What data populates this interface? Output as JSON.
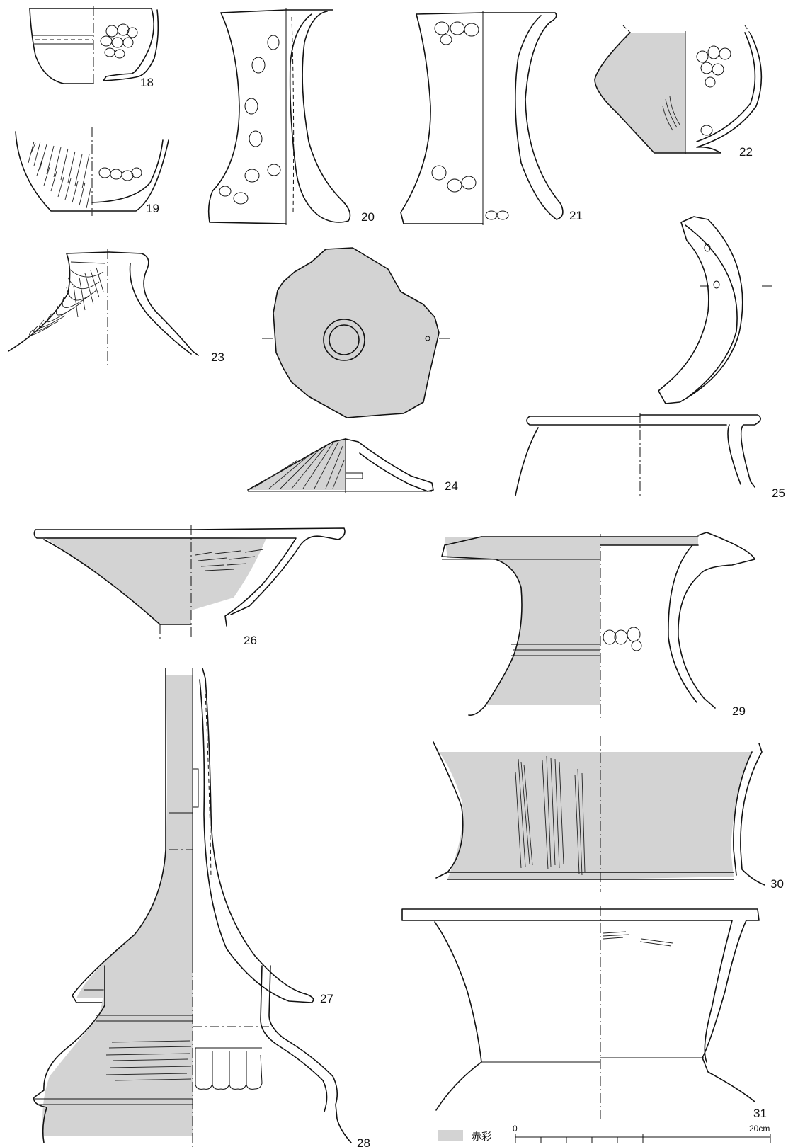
{
  "figure_numbers": [
    "18",
    "19",
    "20",
    "21",
    "22",
    "23",
    "24",
    "25",
    "26",
    "27",
    "28",
    "29",
    "30",
    "31"
  ],
  "legend": {
    "swatch_label": "赤彩",
    "swatch_color": "#d3d3d3",
    "scale_start": "0",
    "scale_end": "20cm"
  },
  "colors": {
    "line": "#111111",
    "red_paint_fill": "#d3d3d3",
    "background": "#ffffff"
  }
}
